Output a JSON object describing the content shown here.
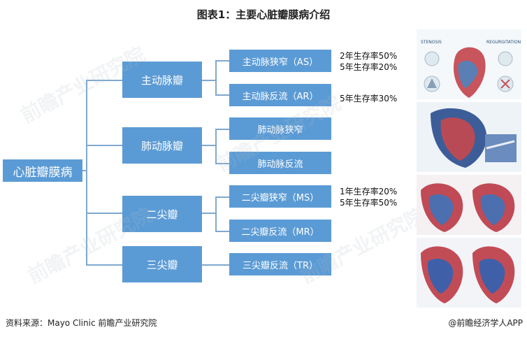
{
  "title": "图表1：主要心脏瓣膜病介绍",
  "root": "心脏瓣膜病",
  "branches": [
    {
      "label": "主动脉瓣",
      "children": [
        {
          "label": "主动脉狭窄（AS）",
          "notes": [
            "2年生存率50%",
            "5年生存率20%"
          ]
        },
        {
          "label": "主动脉反流（AR）",
          "notes": [
            "5年生存率30%"
          ]
        }
      ]
    },
    {
      "label": "肺动脉瓣",
      "children": [
        {
          "label": "肺动脉狭窄",
          "notes": []
        },
        {
          "label": "肺动脉反流",
          "notes": []
        }
      ]
    },
    {
      "label": "二尖瓣",
      "children": [
        {
          "label": "二尖瓣狭窄（MS）",
          "notes": [
            "1年生存率20%",
            "5年生存率50%"
          ]
        },
        {
          "label": "二尖瓣反流（MR）",
          "notes": []
        }
      ]
    },
    {
      "label": "三尖瓣",
      "children": [
        {
          "label": "三尖瓣反流（TR）",
          "notes": []
        }
      ]
    }
  ],
  "illustrations": {
    "panel1_left": "STENOSIS",
    "panel1_right": "REGURGITATION"
  },
  "source": "资料来源：Mayo Clinic 前瞻产业研究院",
  "brand": "@前瞻经济学人APP",
  "watermark": "前瞻产业研究院",
  "colors": {
    "box": "#5b9bd5",
    "line": "#7fa8cf"
  }
}
